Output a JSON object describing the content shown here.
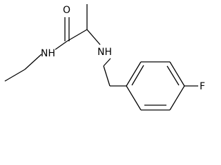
{
  "molecule": {
    "atoms": {
      "oxygen": "O",
      "amide_nitrogen": "NH",
      "amine_nitrogen": "NH",
      "fluorine": "F"
    },
    "colors": {
      "bond": "#000000",
      "label": "#000000",
      "background": "#ffffff"
    }
  }
}
